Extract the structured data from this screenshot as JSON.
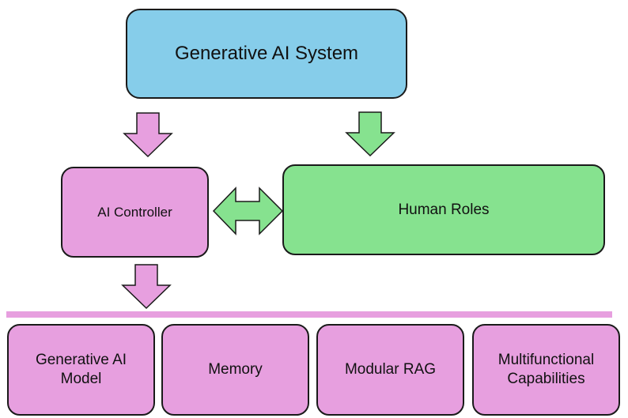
{
  "diagram": {
    "system": {
      "label": "Generative AI System"
    },
    "controller": {
      "label": "AI Controller"
    },
    "human": {
      "label": "Human Roles"
    },
    "components": [
      {
        "label": "Generative AI\nModel"
      },
      {
        "label": "Memory"
      },
      {
        "label": "Modular RAG"
      },
      {
        "label": "Multifunctional\nCapabilities"
      }
    ]
  },
  "colors": {
    "system_fill": "#86cdea",
    "controller_fill": "#e79fdf",
    "human_fill": "#86e28f",
    "component_fill": "#e79fdf",
    "divider": "#e79fdf",
    "outline": "#1a1a1a"
  }
}
